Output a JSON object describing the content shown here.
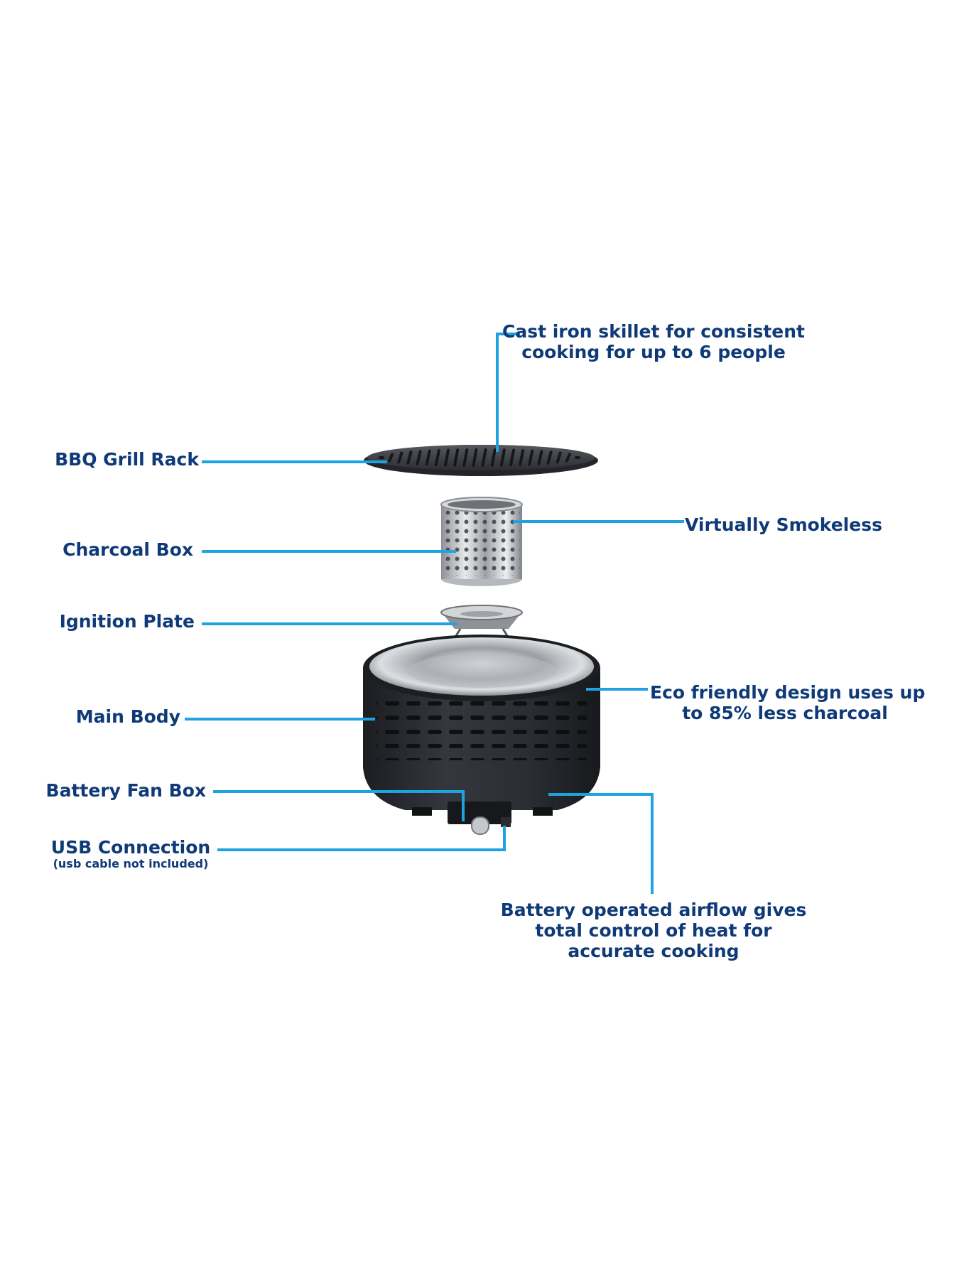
{
  "colors": {
    "label_text": "#0f3a78",
    "leader_line": "#1fa3e0",
    "body_dark": "#2a2d33",
    "steel": "#c9ccd0"
  },
  "callouts": {
    "skillet": {
      "line1": "Cast iron skillet for consistent",
      "line2": "cooking for up to 6 people"
    },
    "grill_rack": "BBQ Grill Rack",
    "charcoal_box": "Charcoal Box",
    "smokeless": "Virtually Smokeless",
    "ignition_plate": "Ignition Plate",
    "main_body": "Main Body",
    "eco": {
      "line1": "Eco friendly design uses up",
      "line2": "to 85% less charcoal"
    },
    "battery_fan_box": "Battery Fan Box",
    "usb": {
      "title": "USB Connection",
      "note": "(usb cable not included)"
    },
    "airflow": {
      "line1": "Battery operated airflow gives",
      "line2": "total control of heat for",
      "line3": "accurate cooking"
    }
  }
}
